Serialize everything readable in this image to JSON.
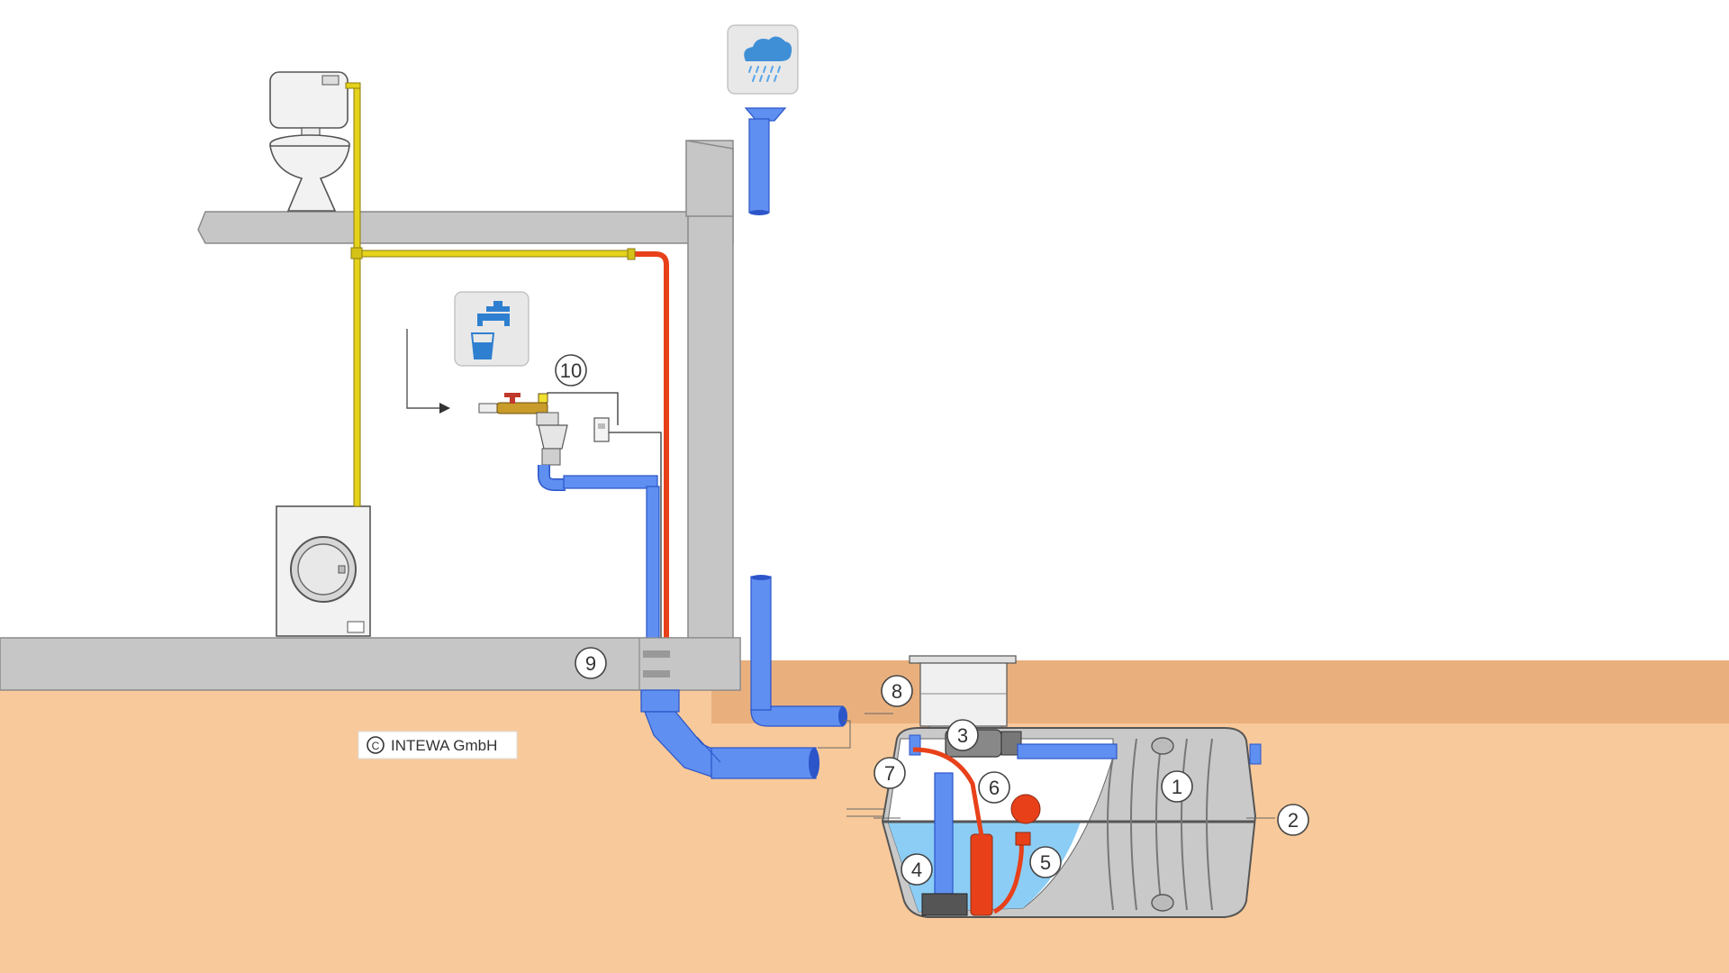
{
  "callouts": [
    "1",
    "2",
    "3",
    "4",
    "5",
    "6",
    "7",
    "8",
    "9",
    "10"
  ],
  "copyright": "INTEWA GmbH",
  "copyright_symbol": "C",
  "icons": {
    "rain": "rain-cloud-icon",
    "tap": "water-tap-glass-icon"
  },
  "colors": {
    "ground": "#f8c99a",
    "ground_dark": "#e9b07e",
    "pipe_blue": "#5f8ff0",
    "pipe_yellow": "#e5d21a",
    "pipe_red": "#e8411a",
    "water": "#8ccdf5",
    "concrete": "#c6c6c6"
  }
}
